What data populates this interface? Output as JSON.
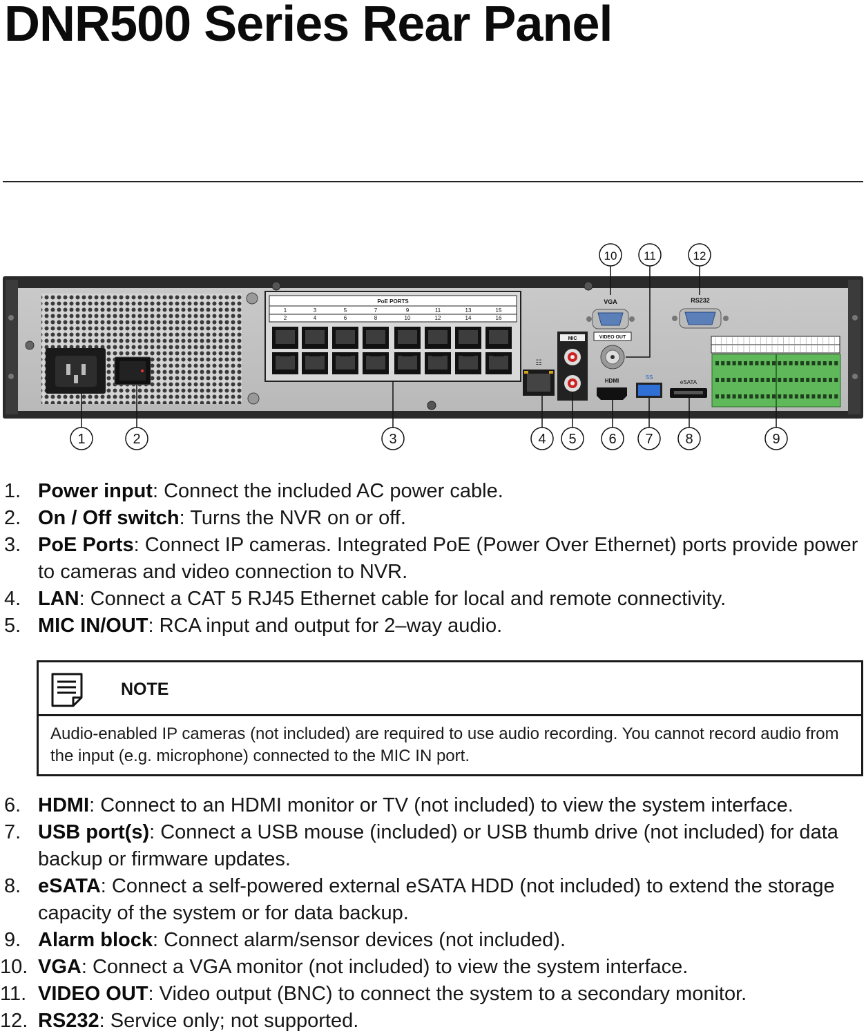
{
  "title": "DNR500 Series Rear Panel",
  "diagram": {
    "callouts": [
      "1",
      "2",
      "3",
      "4",
      "5",
      "6",
      "7",
      "8",
      "9",
      "10",
      "11",
      "12"
    ],
    "port_labels": {
      "poe": "PoE PORTS",
      "vga": "VGA",
      "rs232": "RS232",
      "mic": "MIC",
      "video_out": "VIDEO OUT",
      "hdmi": "HDMI",
      "usb": "SS",
      "esata": "eSATA"
    },
    "poe_top_numbers": [
      "1",
      "3",
      "5",
      "7",
      "9",
      "11",
      "13",
      "15"
    ],
    "poe_bottom_numbers": [
      "2",
      "4",
      "6",
      "8",
      "10",
      "12",
      "14",
      "16"
    ]
  },
  "items_first": [
    {
      "num": "1.",
      "term": "Power input",
      "text": ": Connect the included AC power cable."
    },
    {
      "num": "2.",
      "term": "On / Off switch",
      "text": ": Turns the NVR on or off."
    },
    {
      "num": "3.",
      "term": "PoE Ports",
      "text": ": Connect IP cameras. Integrated PoE (Power Over Ethernet) ports provide power to cameras and video connection to NVR."
    },
    {
      "num": "4.",
      "term": "LAN",
      "text": ": Connect a CAT 5 RJ45 Ethernet cable for local and remote connectivity."
    },
    {
      "num": "5.",
      "term": "MIC IN/OUT",
      "text": ": RCA input and output for 2–way audio."
    }
  ],
  "note": {
    "icon": "note-icon",
    "title": "NOTE",
    "body": "Audio-enabled IP cameras (not included) are required to use audio recording. You cannot record audio from the input (e.g. microphone) connected to the MIC IN port."
  },
  "items_second": [
    {
      "num": "6.",
      "term": "HDMI",
      "text": ": Connect to an HDMI monitor or TV (not included) to view the system interface."
    },
    {
      "num": "7.",
      "term": "USB port(s)",
      "text": ": Connect a USB mouse (included) or USB thumb drive (not included) for data backup or firmware updates."
    },
    {
      "num": "8.",
      "term": "eSATA",
      "text": ": Connect a self-powered external eSATA HDD (not included) to extend the storage capacity of the system or for data backup."
    },
    {
      "num": "9.",
      "term": "Alarm block",
      "text": ": Connect alarm/sensor devices (not included)."
    },
    {
      "num": "10.",
      "term": "VGA",
      "text": ": Connect a VGA monitor (not included) to view the system interface."
    },
    {
      "num": "11.",
      "term": "VIDEO OUT",
      "text": ": Video output (BNC) to connect the system to a secondary monitor."
    },
    {
      "num": "12.",
      "term": "RS232",
      "text": ": Service only; not supported."
    }
  ]
}
